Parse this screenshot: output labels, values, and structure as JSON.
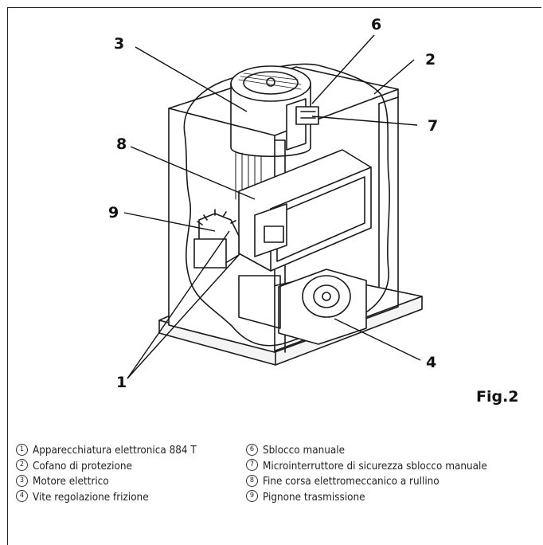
{
  "figure": {
    "label": "Fig.2",
    "callouts": [
      {
        "id": "3",
        "text": "3"
      },
      {
        "id": "6",
        "text": "6"
      },
      {
        "id": "2",
        "text": "2"
      },
      {
        "id": "7",
        "text": "7"
      },
      {
        "id": "8",
        "text": "8"
      },
      {
        "id": "9",
        "text": "9"
      },
      {
        "id": "4",
        "text": "4"
      },
      {
        "id": "1",
        "text": "1"
      }
    ]
  },
  "legend": {
    "left": [
      {
        "num": "1",
        "text": "Apparecchiatura elettronica 884 T"
      },
      {
        "num": "2",
        "text": "Cofano di protezione"
      },
      {
        "num": "3",
        "text": "Motore elettrico"
      },
      {
        "num": "4",
        "text": "Vite regolazione frizione"
      }
    ],
    "right": [
      {
        "num": "6",
        "text": "Sblocco manuale"
      },
      {
        "num": "7",
        "text": "Microinterruttore di sicurezza sblocco manuale"
      },
      {
        "num": "8",
        "text": "Fine corsa elettromeccanico a rullino"
      },
      {
        "num": "9",
        "text": "Pignone trasmissione"
      }
    ]
  }
}
